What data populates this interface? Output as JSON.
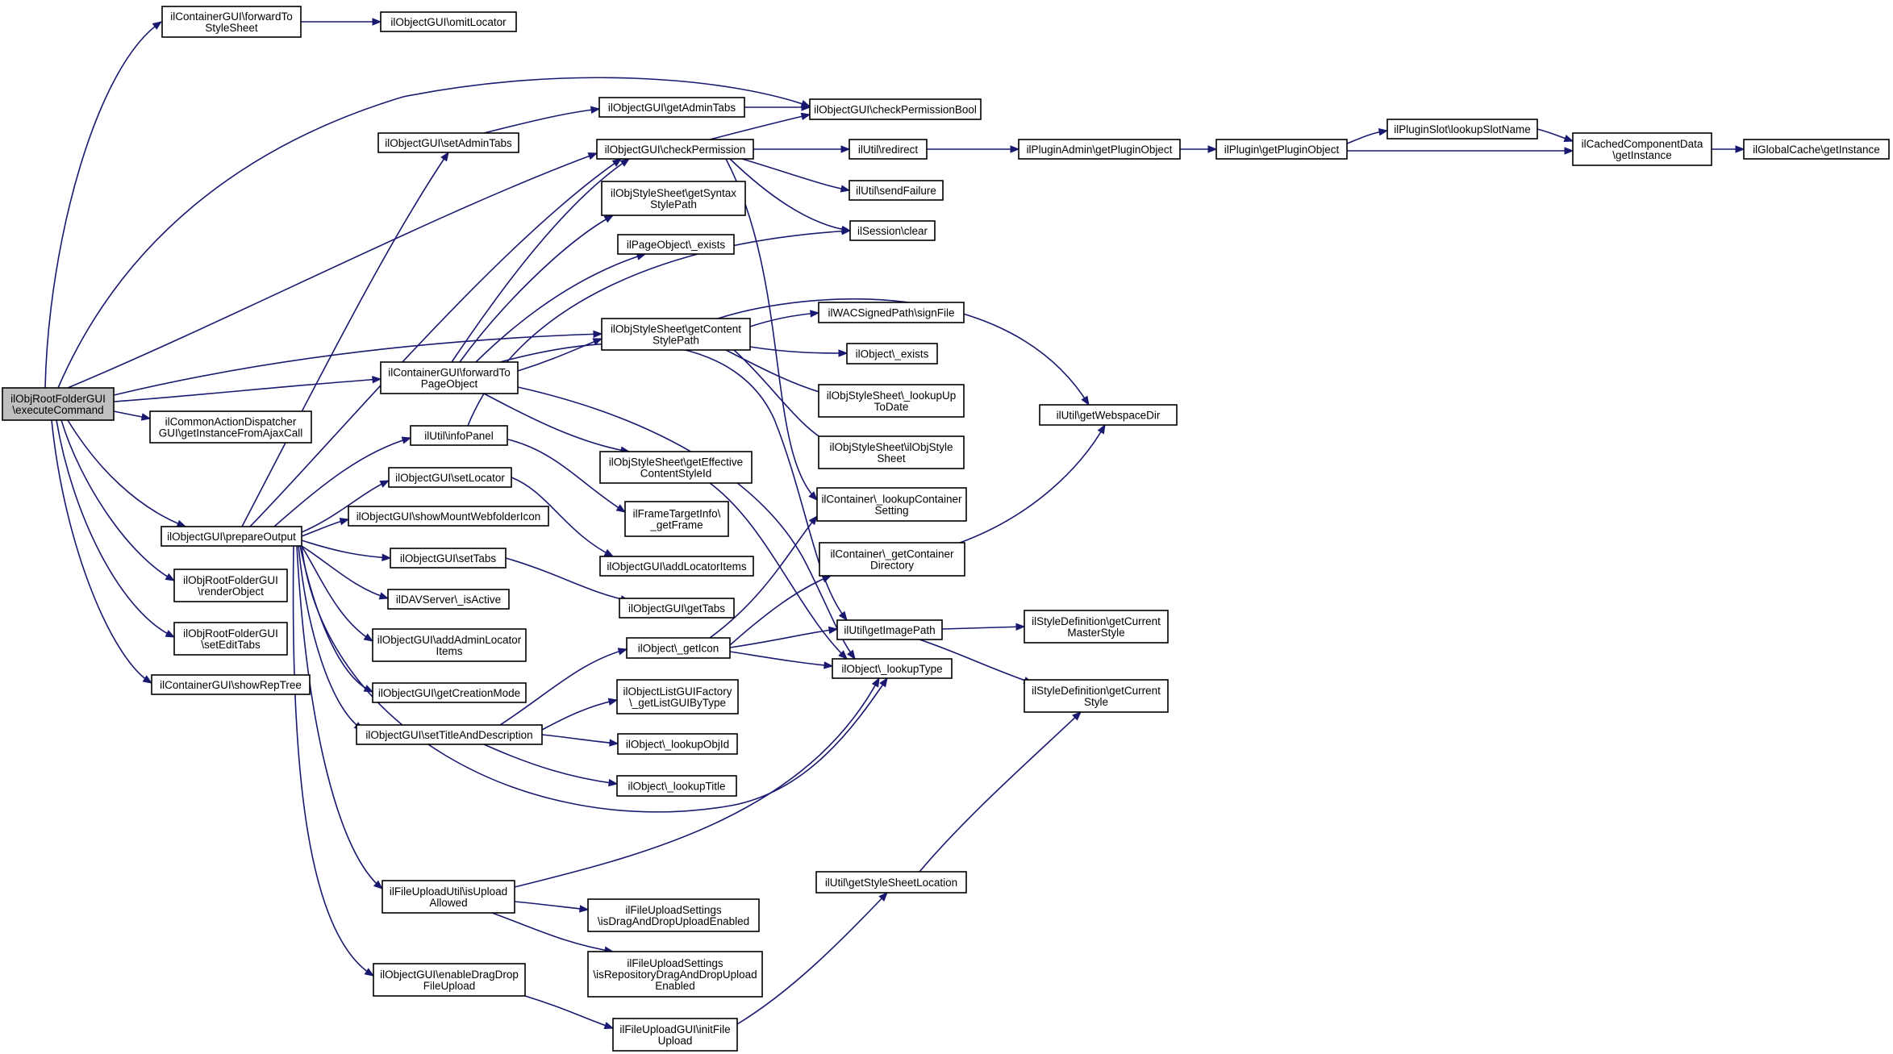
{
  "graph": {
    "type": "call-graph",
    "colors": {
      "edge": "#191970",
      "root_fill": "#bfbfbf",
      "node_fill": "#ffffff",
      "node_border": "#000000"
    },
    "nodes": {
      "root": [
        "ilObjRootFolderGUI",
        "\\executeCommand"
      ],
      "fwdStyle": [
        "ilContainerGUI\\forwardTo",
        "StyleSheet"
      ],
      "omitLoc": [
        "ilObjectGUI\\omitLocator"
      ],
      "getAdminTabs": [
        "ilObjectGUI\\getAdminTabs"
      ],
      "checkPermBool": [
        "ilObjectGUI\\checkPermissionBool"
      ],
      "setAdminTabs": [
        "ilObjectGUI\\setAdminTabs"
      ],
      "checkPerm": [
        "ilObjectGUI\\checkPermission"
      ],
      "redirect": [
        "ilUtil\\redirect"
      ],
      "getPluginObj": [
        "ilPluginAdmin\\getPluginObject"
      ],
      "pluginGetPO": [
        "ilPlugin\\getPluginObject"
      ],
      "lookupSlot": [
        "ilPluginSlot\\lookupSlotName"
      ],
      "cacheInst": [
        "ilCachedComponentData",
        "\\getInstance"
      ],
      "globalCache": [
        "ilGlobalCache\\getInstance"
      ],
      "sendFailure": [
        "ilUtil\\sendFailure"
      ],
      "syntaxPath": [
        "ilObjStyleSheet\\getSyntax",
        "StylePath"
      ],
      "sessClear": [
        "ilSession\\clear"
      ],
      "pageExists": [
        "ilPageObject\\_exists"
      ],
      "contentPath": [
        "ilObjStyleSheet\\getContent",
        "StylePath"
      ],
      "signFile": [
        "ilWACSignedPath\\signFile"
      ],
      "objExists": [
        "ilObject\\_exists"
      ],
      "fwdPage": [
        "ilContainerGUI\\forwardTo",
        "PageObject"
      ],
      "lookupUpToDate": [
        "ilObjStyleSheet\\_lookupUp",
        "ToDate"
      ],
      "webspaceDir": [
        "ilUtil\\getWebspaceDir"
      ],
      "ajaxCall": [
        "ilCommonActionDispatcher",
        "GUI\\getInstanceFromAjaxCall"
      ],
      "infoPanel": [
        "ilUtil\\infoPanel"
      ],
      "ilObjStyle": [
        "ilObjStyleSheet\\ilObjStyle",
        "Sheet"
      ],
      "effStyle": [
        "ilObjStyleSheet\\getEffective",
        "ContentStyleId"
      ],
      "setLocator": [
        "ilObjectGUI\\setLocator"
      ],
      "contSetting": [
        "ilContainer\\_lookupContainer",
        "Setting"
      ],
      "frameTarget": [
        "ilFrameTargetInfo\\",
        "_getFrame"
      ],
      "prepOut": [
        "ilObjectGUI\\prepareOutput"
      ],
      "showMount": [
        "ilObjectGUI\\showMountWebfolderIcon"
      ],
      "contDir": [
        "ilContainer\\_getContainer",
        "Directory"
      ],
      "setTabs": [
        "ilObjectGUI\\setTabs"
      ],
      "addLocItems": [
        "ilObjectGUI\\addLocatorItems"
      ],
      "renderObj": [
        "ilObjRootFolderGUI",
        "\\renderObject"
      ],
      "davActive": [
        "ilDAVServer\\_isActive"
      ],
      "getTabs": [
        "ilObjectGUI\\getTabs"
      ],
      "curMaster": [
        "ilStyleDefinition\\getCurrent",
        "MasterStyle"
      ],
      "imagePath": [
        "ilUtil\\getImagePath"
      ],
      "setEditTabs": [
        "ilObjRootFolderGUI",
        "\\setEditTabs"
      ],
      "addAdminLoc": [
        "ilObjectGUI\\addAdminLocator",
        "Items"
      ],
      "getIcon": [
        "ilObject\\_getIcon"
      ],
      "lookupType": [
        "ilObject\\_lookupType"
      ],
      "showRepTree": [
        "ilContainerGUI\\showRepTree"
      ],
      "creationMode": [
        "ilObjectGUI\\getCreationMode"
      ],
      "listGUI": [
        "ilObjectListGUIFactory",
        "\\_getListGUIByType"
      ],
      "curStyle": [
        "ilStyleDefinition\\getCurrent",
        "Style"
      ],
      "setTitle": [
        "ilObjectGUI\\setTitleAndDescription"
      ],
      "lookupObjId": [
        "ilObject\\_lookupObjId"
      ],
      "lookupTitle": [
        "ilObject\\_lookupTitle"
      ],
      "styleSheetLoc": [
        "ilUtil\\getStyleSheetLocation"
      ],
      "uploadAllowed": [
        "ilFileUploadUtil\\isUpload",
        "Allowed"
      ],
      "dragDropEnabled": [
        "ilFileUploadSettings",
        "\\isDragAndDropUploadEnabled"
      ],
      "repoDragDrop": [
        "ilFileUploadSettings",
        "\\isRepositoryDragAndDropUpload",
        "Enabled"
      ],
      "enableDragDrop": [
        "ilObjectGUI\\enableDragDrop",
        "FileUpload"
      ],
      "initFileUpload": [
        "ilFileUploadGUI\\initFile",
        "Upload"
      ]
    }
  }
}
